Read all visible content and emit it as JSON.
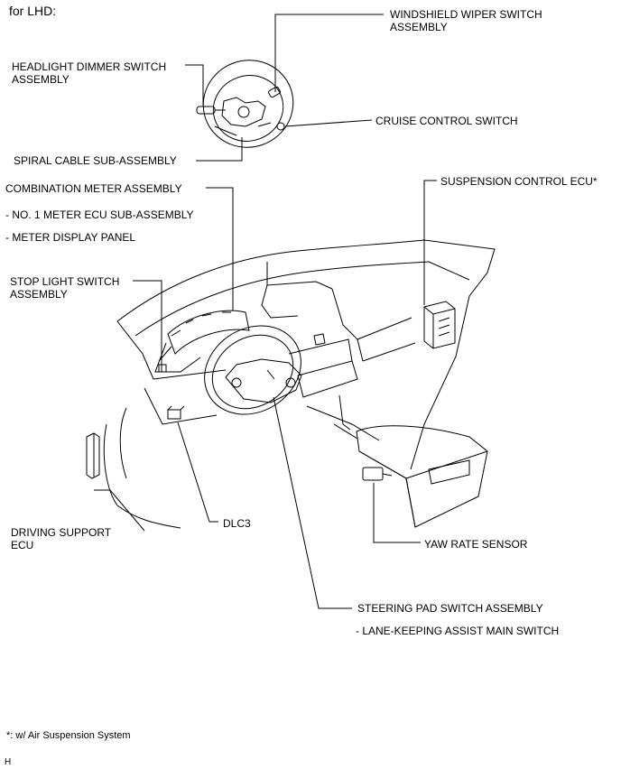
{
  "header": {
    "title": "for LHD:"
  },
  "labels": {
    "windshield_wiper_1": "WINDSHIELD WIPER SWITCH",
    "windshield_wiper_2": "ASSEMBLY",
    "headlight_dimmer_1": "HEADLIGHT DIMMER SWITCH",
    "headlight_dimmer_2": "ASSEMBLY",
    "cruise_control": "CRUISE CONTROL SWITCH",
    "spiral_cable": "SPIRAL CABLE SUB-ASSEMBLY",
    "combination_meter": "COMBINATION METER ASSEMBLY",
    "meter_ecu": "- NO. 1 METER ECU SUB-ASSEMBLY",
    "meter_display": "- METER DISPLAY PANEL",
    "suspension_ecu": "SUSPENSION CONTROL ECU*",
    "stop_light_1": "STOP LIGHT SWITCH",
    "stop_light_2": "ASSEMBLY",
    "driving_support_1": "DRIVING SUPPORT",
    "driving_support_2": "ECU",
    "dlc3": "DLC3",
    "yaw_rate": "YAW RATE SENSOR",
    "steering_pad": "STEERING PAD SWITCH ASSEMBLY",
    "lane_keeping": "- LANE-KEEPING ASSIST MAIN SWITCH"
  },
  "footer": {
    "note": "*: w/ Air Suspension System",
    "code": "H"
  }
}
